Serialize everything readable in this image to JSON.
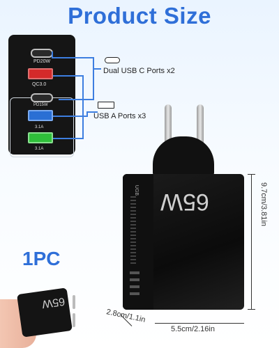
{
  "title": "Product Size",
  "ports": {
    "usbc_top_label": "PD20W",
    "qc_label": "QC3.0",
    "usbc_mid_label": "PD15W",
    "usba_label_1": "3.1A",
    "usba_label_2": "3.1A"
  },
  "callouts": {
    "usbc": "Dual USB C Ports x2",
    "usba": "USB A Ports x3"
  },
  "charger": {
    "wattage": "65W",
    "brand": "UGB"
  },
  "dimensions": {
    "height": "9.7cm/3.81in",
    "depth": "2.8cm/1.1in",
    "width": "5.5cm/2.16in"
  },
  "quantity": "1PC",
  "colors": {
    "accent": "#2f6fd8",
    "callout_line": "#3d7ee0",
    "usba_red": "#d42a2a",
    "usba_blue": "#2a6fd4",
    "usba_green": "#2fbf3a"
  }
}
